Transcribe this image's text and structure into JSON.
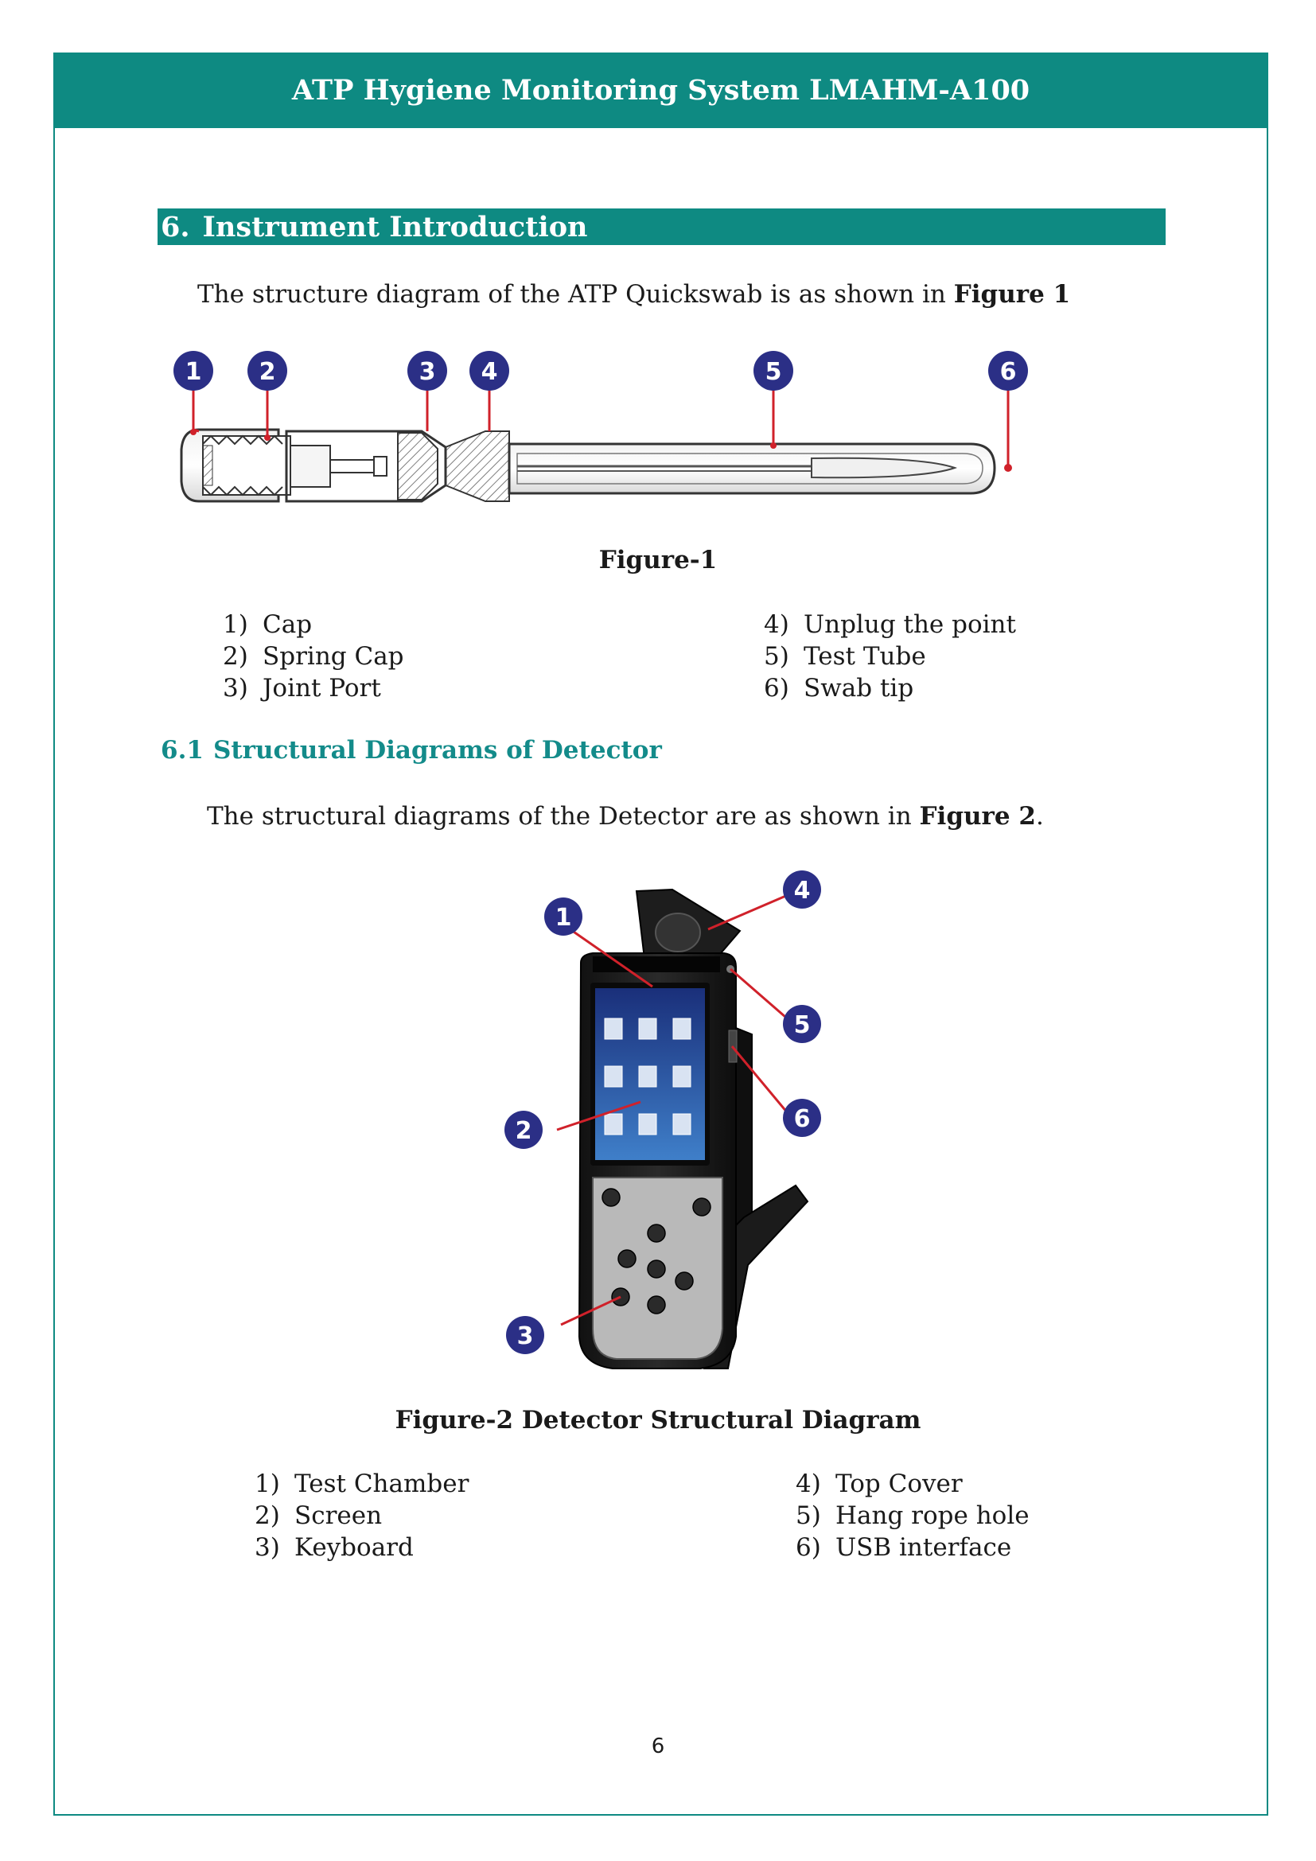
{
  "header": {
    "title": "ATP Hygiene Monitoring System LMAHM-A100"
  },
  "section": {
    "number": "6.",
    "title": "Instrument Introduction"
  },
  "intro": {
    "text_before": "The structure diagram of the ATP Quickswab is as shown in ",
    "figure_ref": "Figure 1",
    "text_after": ""
  },
  "figure1": {
    "caption": "Figure-1",
    "callouts": [
      "1",
      "2",
      "3",
      "4",
      "5",
      "6"
    ],
    "items_left": [
      {
        "num": "1)",
        "label": "Cap"
      },
      {
        "num": "2)",
        "label": "Spring Cap"
      },
      {
        "num": "3)",
        "label": "Joint Port"
      }
    ],
    "items_right": [
      {
        "num": "4)",
        "label": "Unplug the point"
      },
      {
        "num": "5)",
        "label": "Test Tube"
      },
      {
        "num": "6)",
        "label": "Swab tip"
      }
    ]
  },
  "subsection": {
    "number": "6.1",
    "title": "Structural Diagrams of Detector"
  },
  "intro2": {
    "text_before": "The structural diagrams of the Detector are as shown in ",
    "figure_ref": "Figure 2",
    "text_after": "."
  },
  "figure2": {
    "caption": "Figure-2 Detector Structural Diagram",
    "callouts": [
      "1",
      "2",
      "3",
      "4",
      "5",
      "6"
    ],
    "items_left": [
      {
        "num": "1)",
        "label": "Test Chamber"
      },
      {
        "num": "2)",
        "label": "Screen"
      },
      {
        "num": "3)",
        "label": "Keyboard"
      }
    ],
    "items_right": [
      {
        "num": "4)",
        "label": "Top Cover"
      },
      {
        "num": "5)",
        "label": "Hang rope hole"
      },
      {
        "num": "6)",
        "label": "USB interface"
      }
    ]
  },
  "page_number": "6",
  "colors": {
    "accent": "#0e8a82",
    "subheading": "#138b8a",
    "callout": "#2b2f86",
    "leader": "#d0212a"
  }
}
